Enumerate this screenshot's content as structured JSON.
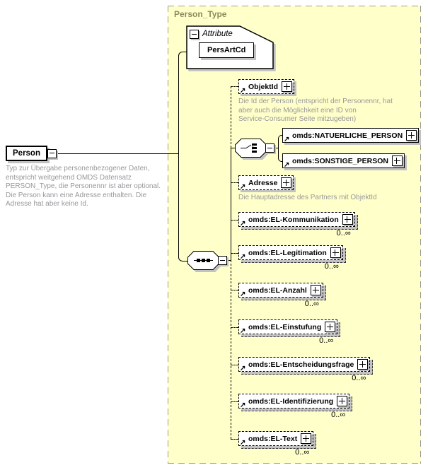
{
  "container": {
    "label": "Person_Type"
  },
  "root": {
    "label": "Person",
    "description": "Typ zur Übergabe personenbezogener Daten,\nentspricht weitgehend OMDS Datensatz\nPERSON_Type, die Personennr ist aber optional.\nDie Person kann eine Adresse enthalten. Die\nAdresse hat aber keine Id."
  },
  "attribute_section": {
    "label": "Attribute",
    "attributes": [
      {
        "name": "PersArtCd"
      }
    ]
  },
  "children": [
    {
      "label": "ObjektId",
      "optional": true,
      "description": "Die Id der Person (entspricht der Personennr, hat\naber auch die Möglichkeit eine ID von\nService-Consumer Seite mitzugeben)"
    },
    {
      "label": "omds:NATUERLICHE_PERSON",
      "optional": false
    },
    {
      "label": "omds:SONSTIGE_PERSON",
      "optional": false
    },
    {
      "label": "Adresse",
      "optional": true,
      "description": "Die Hauptadresse des Partners mit ObjektId"
    },
    {
      "label": "omds:EL-Kommunikation",
      "optional": true,
      "occurrence": "0..∞"
    },
    {
      "label": "omds:EL-Legitimation",
      "optional": true,
      "occurrence": "0..∞"
    },
    {
      "label": "omds:EL-Anzahl",
      "optional": true,
      "occurrence": "0..∞"
    },
    {
      "label": "omds:EL-Einstufung",
      "optional": true,
      "occurrence": "0..∞"
    },
    {
      "label": "omds:EL-Entscheidungsfrage",
      "optional": true,
      "occurrence": "0..∞"
    },
    {
      "label": "omds:EL-Identifizierung",
      "optional": true,
      "occurrence": "0..∞"
    },
    {
      "label": "omds:EL-Text",
      "optional": true,
      "occurrence": "0..∞"
    }
  ],
  "colors": {
    "container_bg": "#FFFFC9",
    "container_border": "#9B9B9B",
    "container_label": "#8B8B60",
    "box_border": "#000000",
    "annotation_text": "#98989C",
    "shadow": "#C2C2C2"
  }
}
